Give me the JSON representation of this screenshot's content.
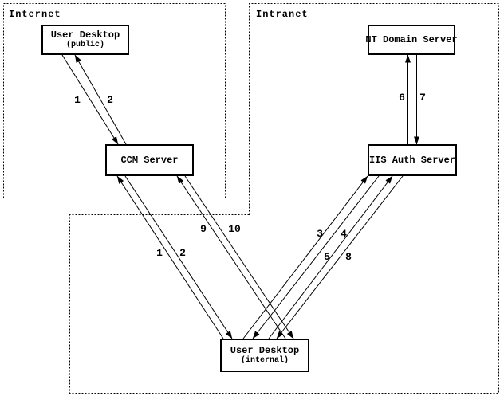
{
  "diagram": {
    "zones": {
      "internet": {
        "label": "Internet"
      },
      "intranet": {
        "label": "Intranet"
      }
    },
    "nodes": {
      "user_desktop_public": {
        "title": "User Desktop",
        "subtitle": "(public)"
      },
      "ccm_server": {
        "title": "CCM Server"
      },
      "nt_domain_server": {
        "title": "NT Domain Server"
      },
      "iis_auth_server": {
        "title": "IIS Auth Server"
      },
      "user_desktop_internal": {
        "title": "User Desktop",
        "subtitle": "(internal)"
      }
    },
    "flow_labels": {
      "public_ccm_1": "1",
      "public_ccm_2": "2",
      "internal_ccm_1": "1",
      "internal_ccm_2": "2",
      "internal_ccm_9": "9",
      "internal_ccm_10": "10",
      "internal_iis_3": "3",
      "internal_iis_4": "4",
      "internal_iis_5": "5",
      "internal_iis_8": "8",
      "iis_nt_6": "6",
      "iis_nt_7": "7"
    },
    "colors": {
      "line": "#000000",
      "background": "#ffffff"
    }
  }
}
